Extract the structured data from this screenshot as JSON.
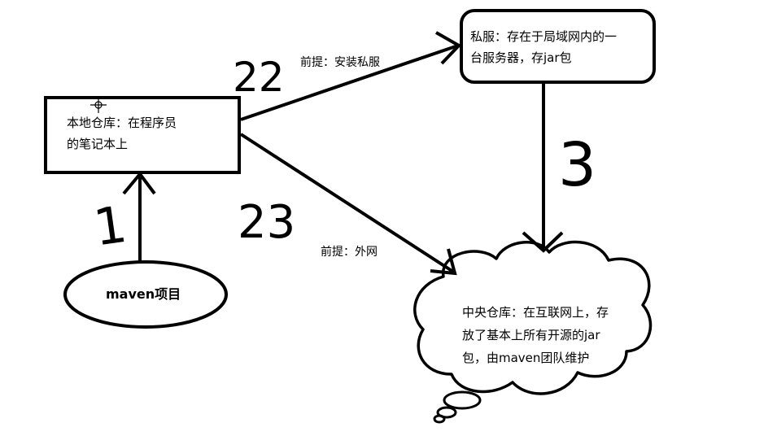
{
  "diagram": {
    "local_repo": {
      "line1": "本地仓库：在程序员",
      "line2": "的笔记本上"
    },
    "maven_project": "maven项目",
    "private_server": {
      "line1": "私服：存在于局域网内的一",
      "line2": "台服务器，存jar包"
    },
    "central_repo": {
      "line1": "中央仓库：在互联网上，存",
      "line2": "放了基本上所有开源的jar",
      "line3": "包，由maven团队维护"
    },
    "edge_labels": {
      "to_private": "前提：安装私服",
      "to_central": "前提：外网"
    },
    "annotations": {
      "step1": "1",
      "step22": "22",
      "step3": "3",
      "step23": "23"
    }
  }
}
